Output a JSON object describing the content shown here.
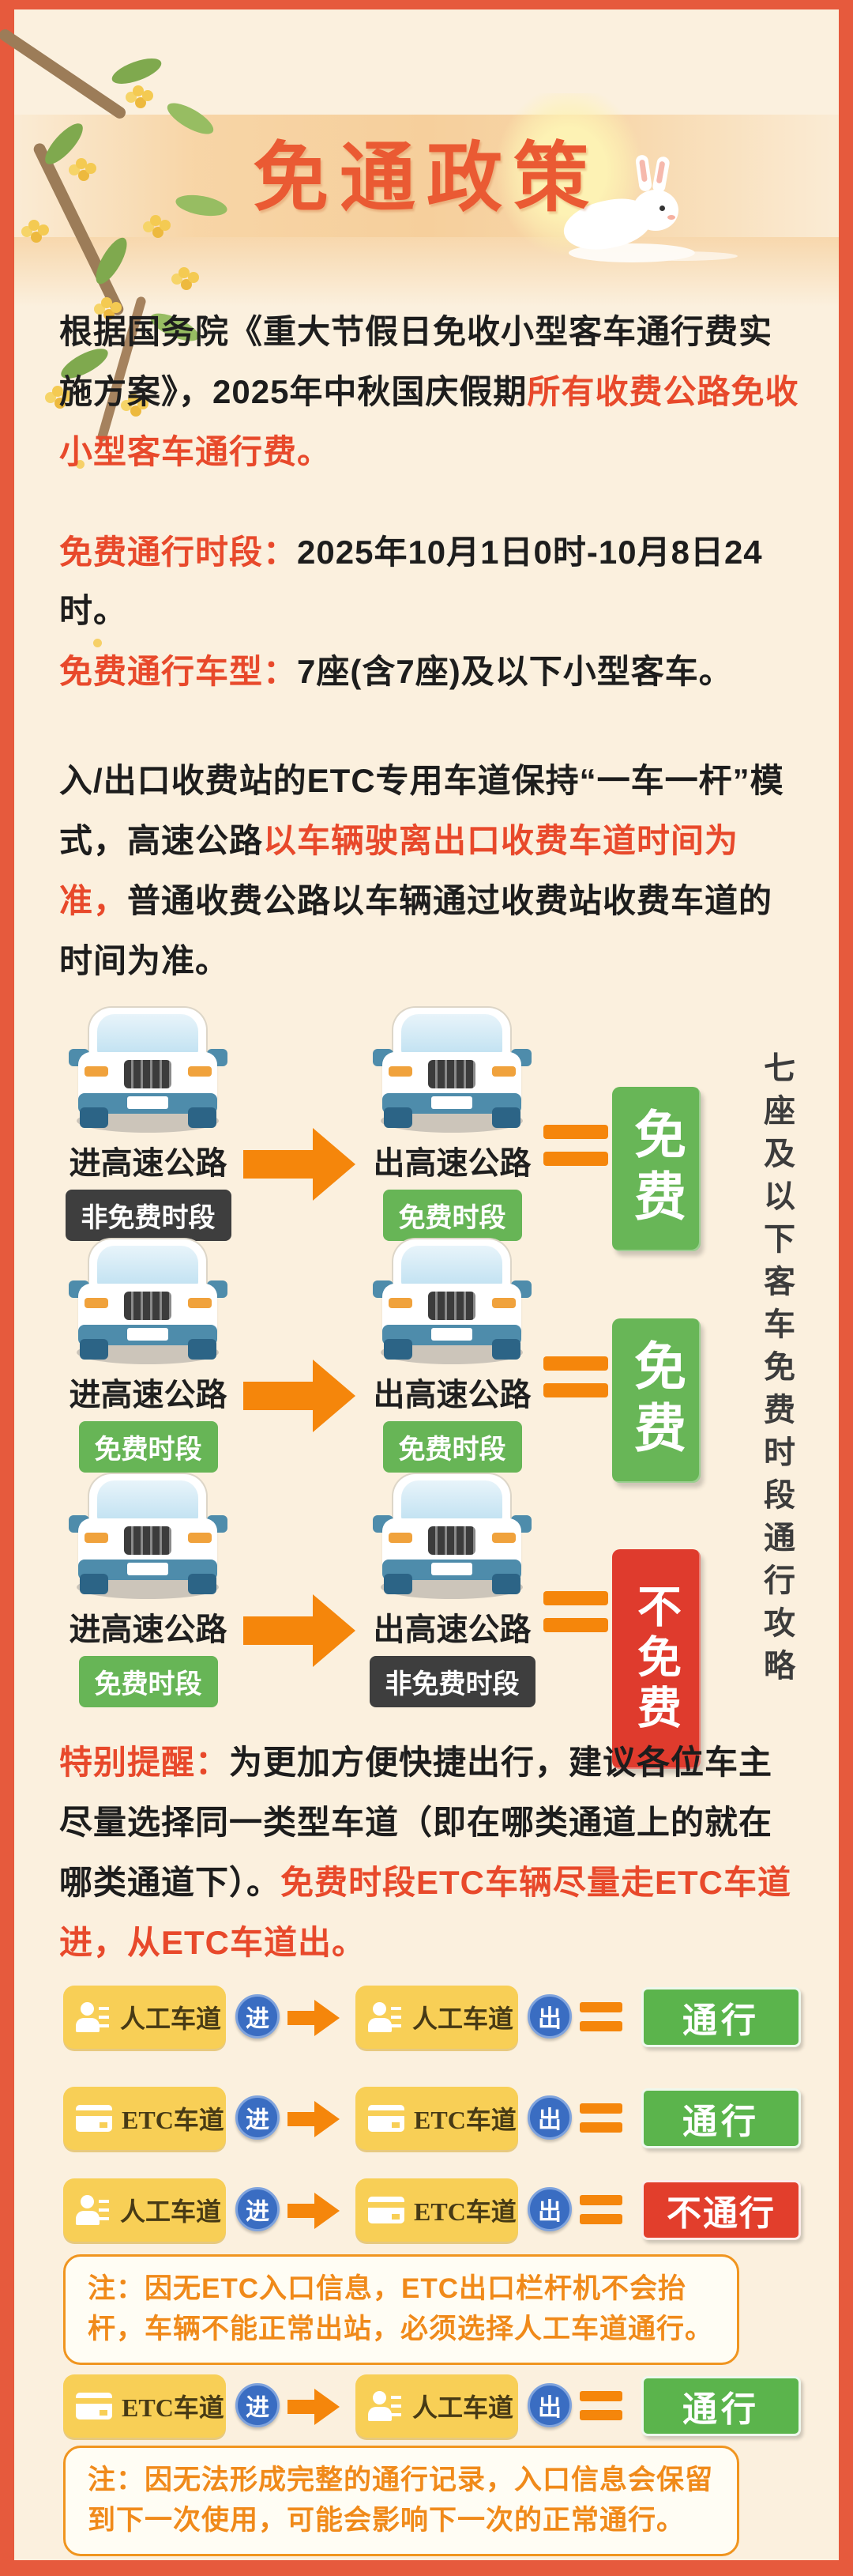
{
  "header": {
    "title": "免通政策"
  },
  "intro": {
    "text_black": "根据国务院《重大节假日免收小型客车通行费实施方案》，2025年中秋国庆假期",
    "text_red": "所有收费公路免收小型客车通行费。"
  },
  "free_time": {
    "label": "免费通行时段：",
    "value": "2025年10月1日0时-10月8日24时。"
  },
  "free_vehicle": {
    "label": "免费通行车型：",
    "value": "7座(含7座)及以下小型客车。"
  },
  "etc_rule": {
    "part1": "入/出口收费站的ETC专用车道保持“一车一杆”模式，高速公路",
    "part_red": "以车辆驶离出口收费车道时间为准，",
    "part2": "普通收费公路以车辆通过收费站收费车道的时间为准。"
  },
  "diagram": {
    "side_caption": "七座及以下客车免费时段通行攻略",
    "rows": [
      {
        "enter_label": "进高速公路",
        "enter_badge": "非免费时段",
        "exit_label": "出高速公路",
        "exit_badge": "免费时段",
        "result": "免费"
      },
      {
        "enter_label": "进高速公路",
        "enter_badge": "免费时段",
        "exit_label": "出高速公路",
        "exit_badge": "免费时段",
        "result": "免费"
      },
      {
        "enter_label": "进高速公路",
        "enter_badge": "免费时段",
        "exit_label": "出高速公路",
        "exit_badge": "非免费时段",
        "result": "不免费"
      }
    ]
  },
  "reminder": {
    "label": "特别提醒：",
    "text_black": "为更加方便快捷出行，建议各位车主尽量选择同一类型车道（即在哪类通道上的就在哪类通道下）。",
    "text_red": "免费时段ETC车辆尽量走ETC车道进，从ETC车道出。"
  },
  "lanes": {
    "rows": [
      {
        "from": "人工车道",
        "enter": "进",
        "to": "人工车道",
        "exit": "出",
        "result": "通行"
      },
      {
        "from": "ETC车道",
        "enter": "进",
        "to": "ETC车道",
        "exit": "出",
        "result": "通行"
      },
      {
        "from": "人工车道",
        "enter": "进",
        "to": "ETC车道",
        "exit": "出",
        "result": "不通行"
      },
      {
        "from": "ETC车道",
        "enter": "进",
        "to": "人工车道",
        "exit": "出",
        "result": "通行"
      }
    ],
    "notes": [
      "注：因无ETC入口信息，ETC出口栏杆机不会抬杆，车辆不能正常出站，必须选择人工车道通行。",
      "注：因无法形成完整的通行记录，入口信息会保留到下一次使用，可能会影响下一次的正常通行。"
    ]
  },
  "colors": {
    "frame_red": "#e65a3d",
    "highlight_red": "#e8492b",
    "green": "#67b556",
    "dark_badge": "#3e3e3e",
    "lane_yellow": "#f8cf56",
    "circle_blue": "#3a6dc2",
    "arrow_orange": "#f5860b",
    "note_orange": "#f08a1a",
    "background": "#fbf0de"
  }
}
